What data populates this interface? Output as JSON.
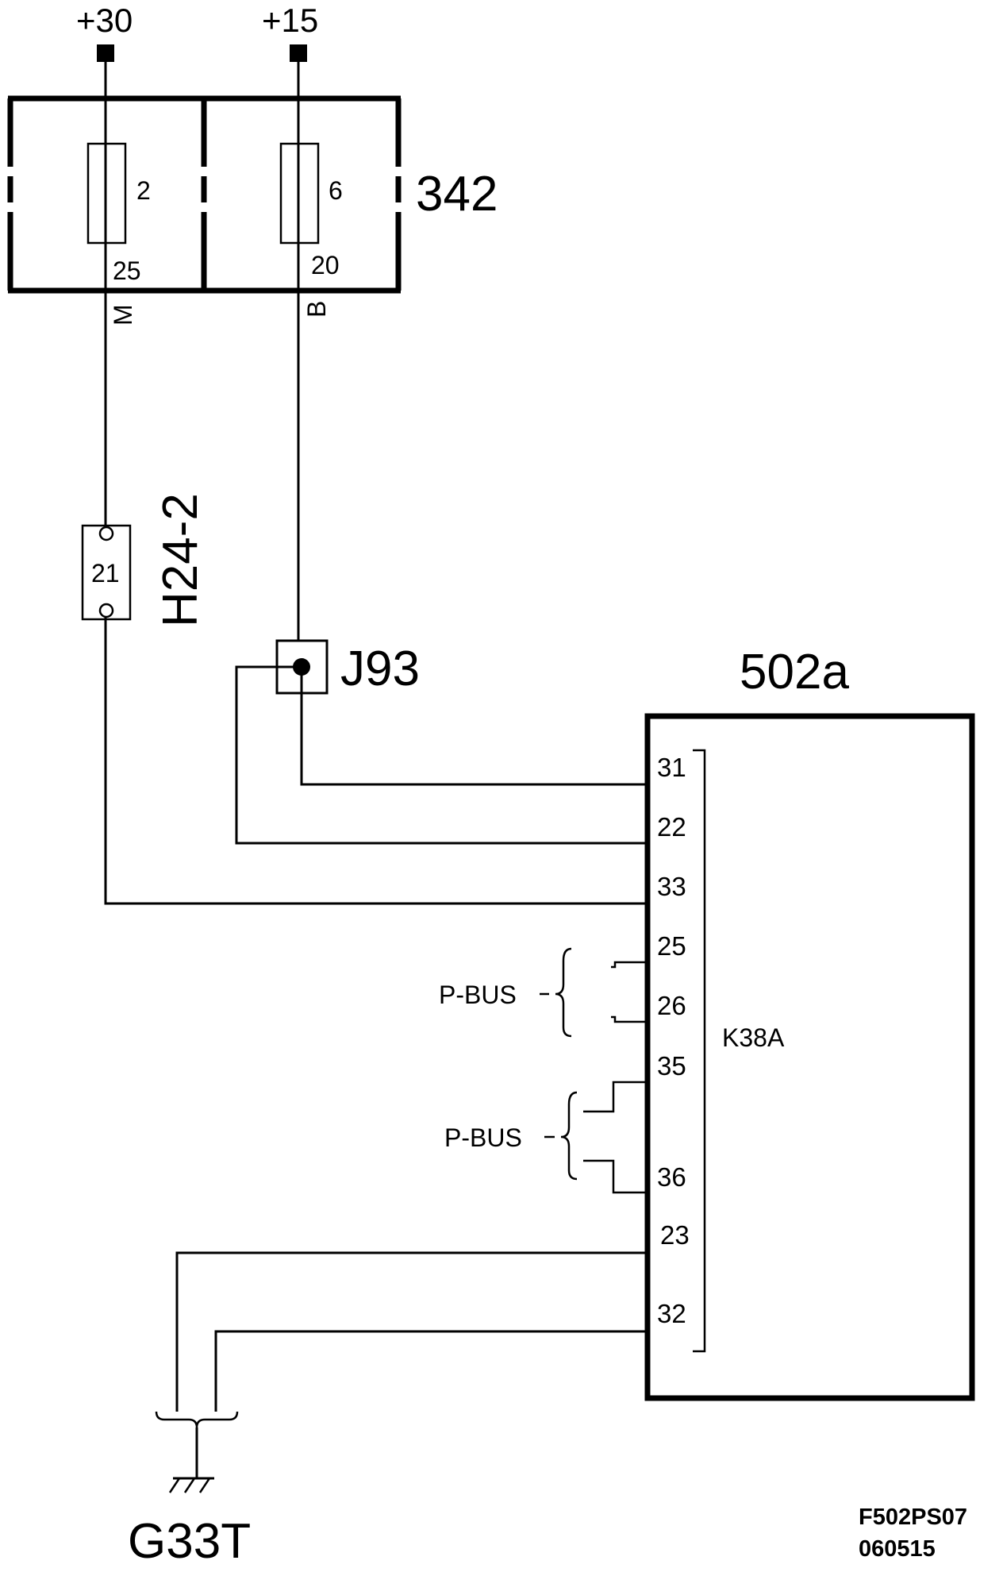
{
  "power": {
    "plus30": "+30",
    "plus15": "+15"
  },
  "fusebox": {
    "id": "342",
    "fuse_a": {
      "number": "2",
      "pin": "25",
      "wire_color": "M"
    },
    "fuse_b": {
      "number": "6",
      "pin": "20",
      "wire_color": "B"
    }
  },
  "connector": {
    "id": "H24-2",
    "pin": "21"
  },
  "junction": {
    "id": "J93"
  },
  "module": {
    "id": "502a",
    "connector_label": "K38A",
    "pins": [
      "31",
      "22",
      "33",
      "25",
      "26",
      "35",
      "36",
      "23",
      "32"
    ]
  },
  "bus_labels": [
    "P-BUS",
    "P-BUS"
  ],
  "ground": {
    "id": "G33T"
  },
  "footer": {
    "code": "F502PS07",
    "date": "060515"
  }
}
